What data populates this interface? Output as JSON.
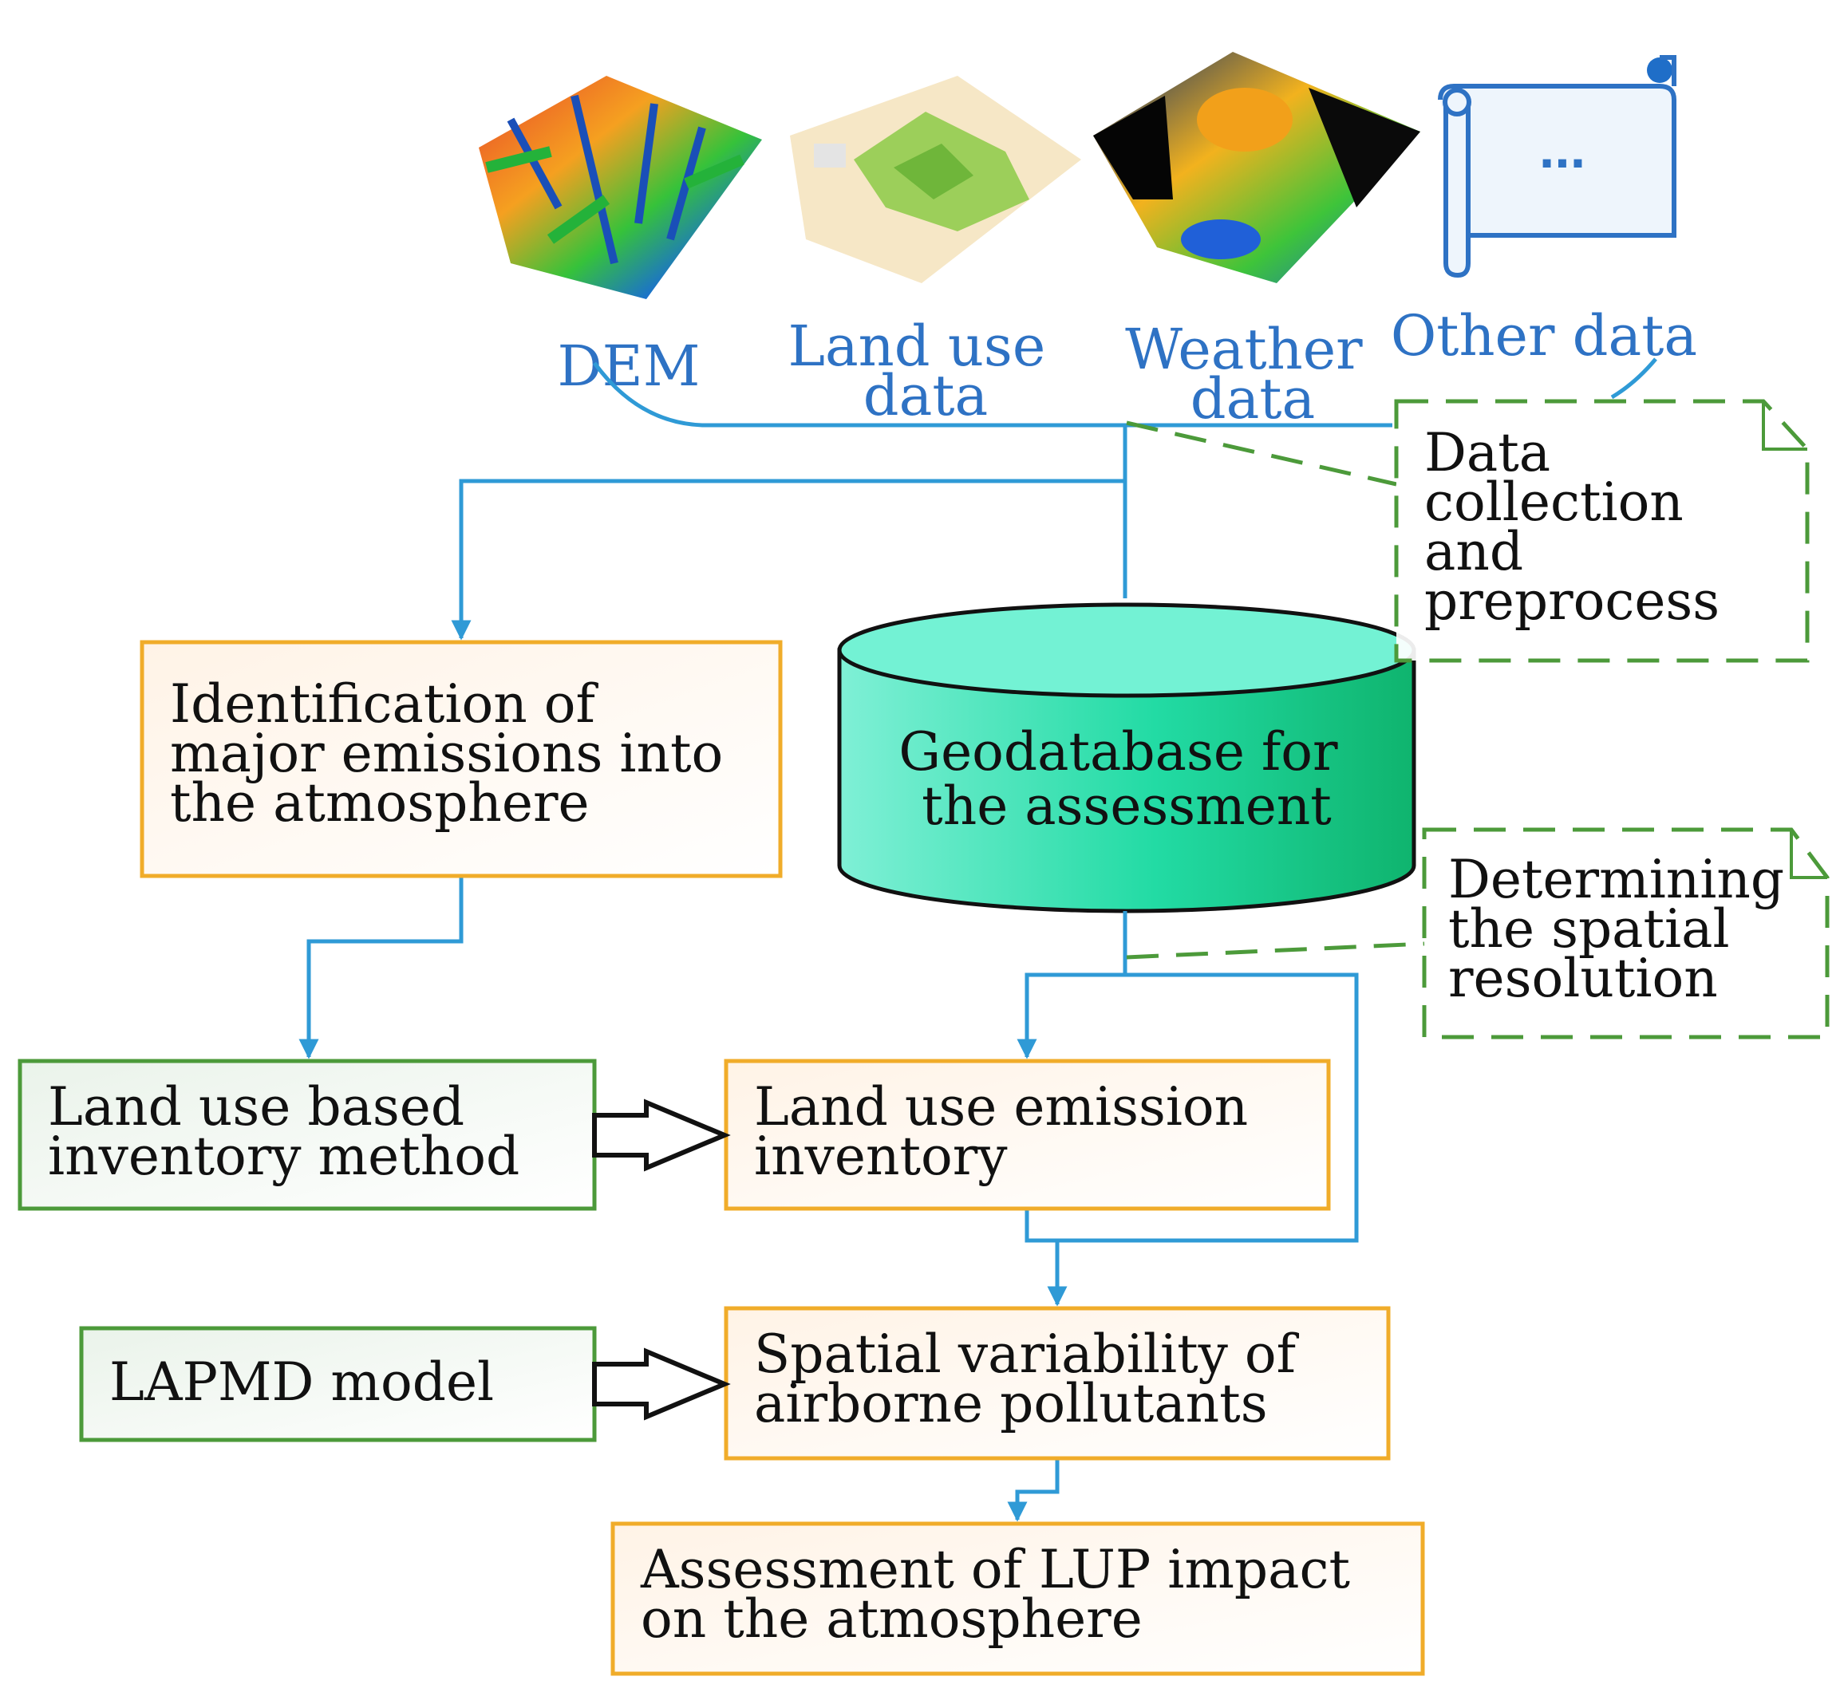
{
  "sources": [
    {
      "label_lines": [
        "DEM"
      ],
      "icon": "dem-terrain-icon"
    },
    {
      "label_lines": [
        "Land use",
        "data"
      ],
      "icon": "land-use-map-icon"
    },
    {
      "label_lines": [
        "Weather",
        "data"
      ],
      "icon": "weather-map-icon"
    },
    {
      "label_lines": [
        "Other data"
      ],
      "icon": "scroll-document-icon",
      "icon_text": "..."
    }
  ],
  "notes": {
    "data_collection": [
      "Data",
      "collection",
      "and",
      "preprocess"
    ],
    "spatial_resolution": [
      "Determining",
      "the spatial",
      "resolution"
    ]
  },
  "geodatabase": [
    "Geodatabase for",
    "the assessment"
  ],
  "boxes": {
    "identification": [
      "Identification of",
      "major emissions into",
      "the atmosphere"
    ],
    "inventory_method": [
      "Land use based",
      "inventory method"
    ],
    "emission_inventory": [
      "Land use emission",
      "inventory"
    ],
    "lapmd_model": [
      "LAPMD model"
    ],
    "spatial_variability": [
      "Spatial variability of",
      "airborne pollutants"
    ],
    "assessment": [
      "Assessment of LUP impact",
      "on the atmosphere"
    ]
  },
  "colors": {
    "flow_line": "#2f9ad6",
    "label_text": "#2e72c4",
    "orange_border": "#f0ac2a",
    "green_border": "#4c9a3a",
    "dashed_note": "#4c9a3a",
    "cylinder": "#2ad6a6"
  }
}
